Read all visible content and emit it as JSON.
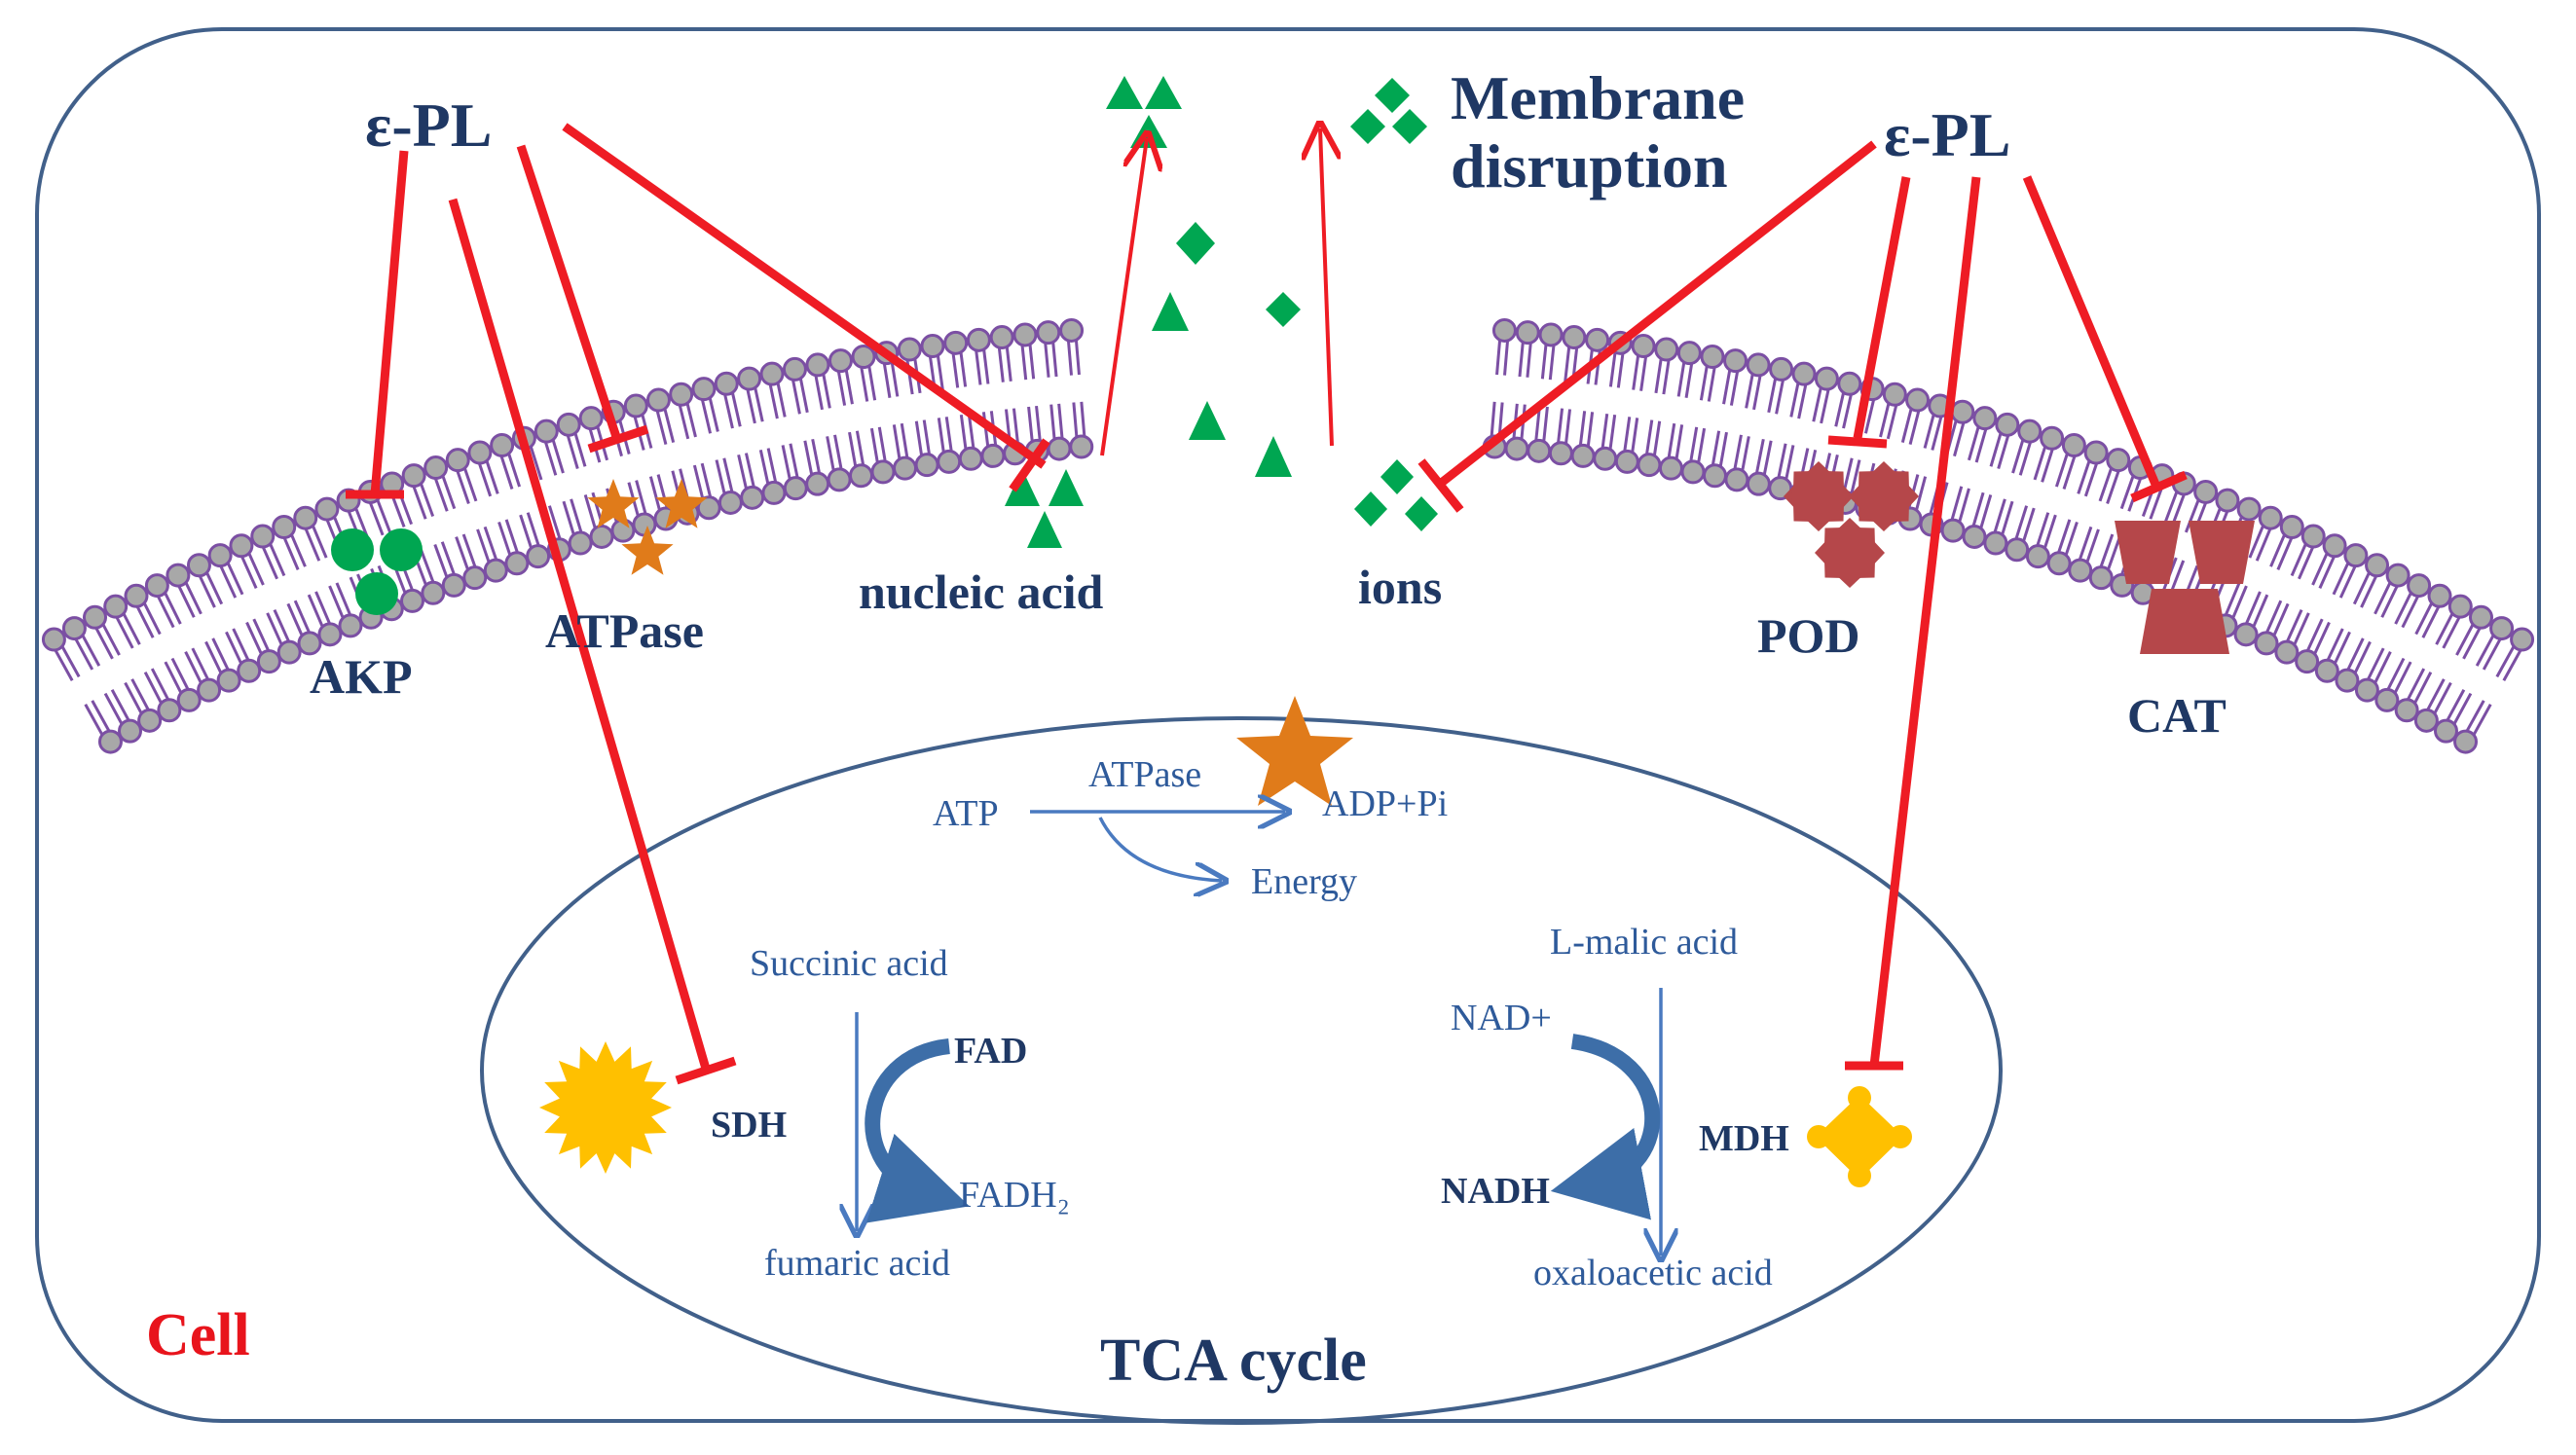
{
  "labels": {
    "epl_left": "ε-PL",
    "epl_right": "ε-PL",
    "membrane_line1": "Membrane",
    "membrane_line2": "disruption",
    "akp": "AKP",
    "atpase_outer": "ATPase",
    "nucleic_acid": "nucleic acid",
    "ions": "ions",
    "pod": "POD",
    "cat": "CAT",
    "cell": "Cell",
    "tca_cycle": "TCA cycle"
  },
  "tca": {
    "atp": "ATP",
    "atpase": "ATPase",
    "adp_pi": "ADP+Pi",
    "energy": "Energy",
    "succinic_acid": "Succinic acid",
    "fad": "FAD",
    "fadh2": "FADH₂",
    "fumaric_acid": "fumaric  acid",
    "sdh": "SDH",
    "l_malic_acid": "L-malic  acid",
    "nad_plus": "NAD+",
    "nadh": "NADH",
    "oxaloacetic_acid": "oxaloacetic acid",
    "mdh": "MDH"
  },
  "colors": {
    "membrane": "#7b4fa3",
    "head_fill": "#a8a8a8",
    "inhibition": "#ee1c24",
    "cell_border": "#41608a",
    "green": "#00a651",
    "orange": "#e07b1a",
    "brick": "#b5474a",
    "gold": "#ffc000",
    "text_dark": "#1f3864",
    "text_blue": "#2e5a9a",
    "curved_arrow": "#3d6ea8"
  },
  "icons": [
    "circle-cluster-icon",
    "star-cluster-icon",
    "triangle-cluster-icon",
    "diamond-cluster-icon",
    "flower-cluster-icon",
    "trapezoid-cluster-icon",
    "sun-burst-icon",
    "star-icon",
    "gold-diamond-icon"
  ]
}
